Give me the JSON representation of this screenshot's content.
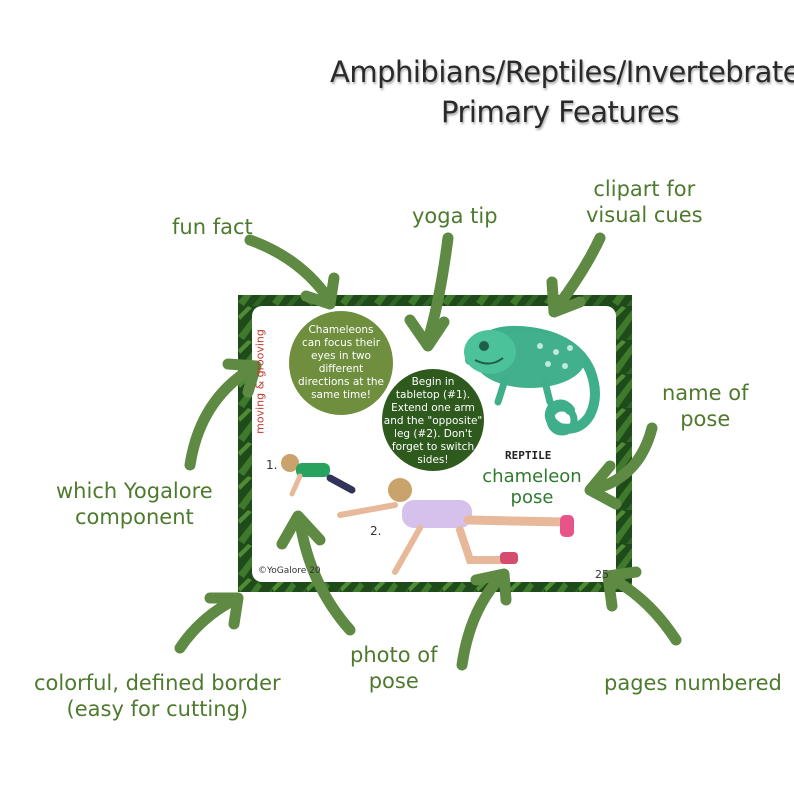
{
  "title": {
    "line1": "Amphibians/Reptiles/Invertebrates",
    "line2": "Primary Features"
  },
  "labels": {
    "fun_fact": "fun fact",
    "yoga_tip": "yoga tip",
    "clipart_line1": "clipart for",
    "clipart_line2": "visual cues",
    "name_line1": "name of",
    "name_line2": "pose",
    "component_line1": "which  Yogalore",
    "component_line2": "component",
    "border_line1": "colorful, defined border",
    "border_line2": "(easy for cutting)",
    "photo_line1": "photo of",
    "photo_line2": "pose",
    "pages": "pages numbered"
  },
  "card": {
    "side_label": "moving & grooving",
    "fun_fact_text": [
      "Chameleons",
      "can focus their",
      "eyes in two",
      "different",
      "directions at the",
      "same time!"
    ],
    "tip_text": [
      "Begin in",
      "tabletop (#1).",
      "Extend one arm",
      "and the \"opposite\"",
      "leg (#2). Don't",
      "forget to switch",
      "sides!"
    ],
    "category": "REPTILE",
    "pose_line1": "chameleon",
    "pose_line2": "pose",
    "step1": "1.",
    "step2": "2.",
    "copyright": "©YoGalore 20",
    "page_number": "25"
  },
  "colors": {
    "label_green": "#4e7a2e",
    "arrow_green": "#5e8a43",
    "border_green": "#2f5f22",
    "funfact_circle": "#6f8f3f",
    "tip_circle": "#2f5a1e",
    "side_label_red": "#c0392b"
  }
}
